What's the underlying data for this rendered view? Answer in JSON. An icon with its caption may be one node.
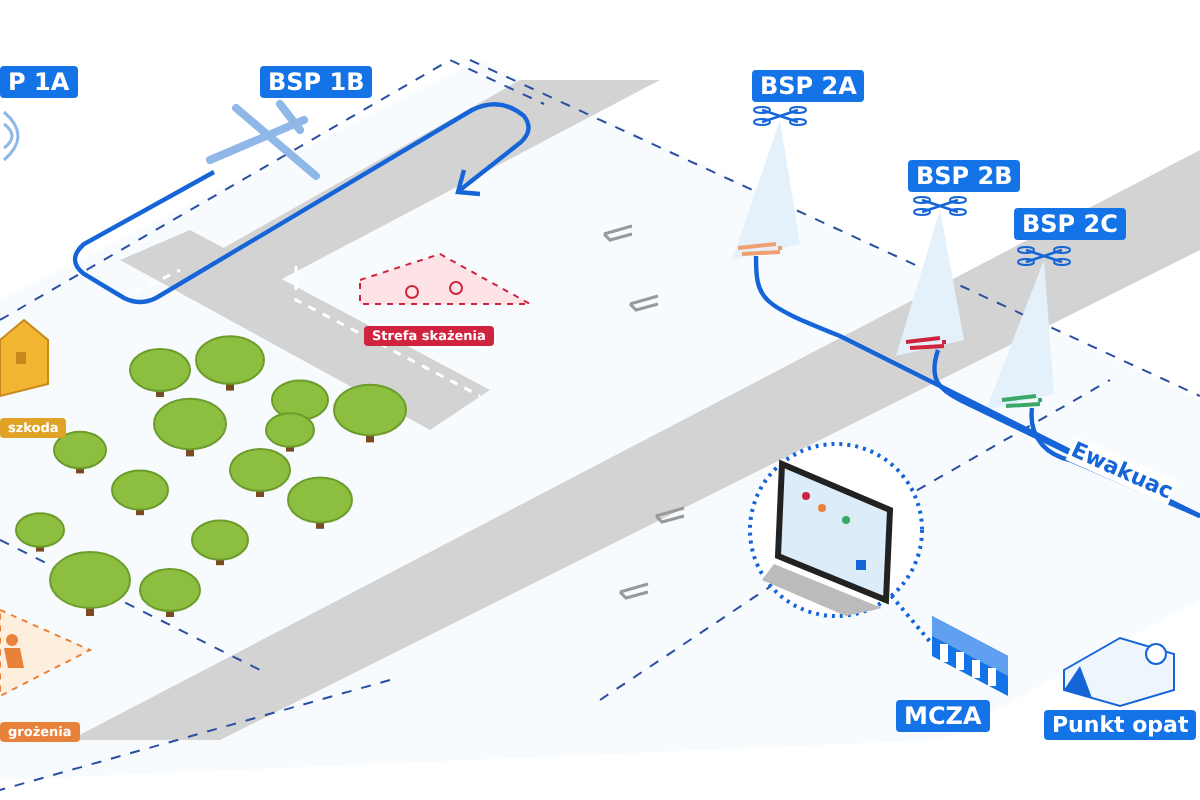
{
  "diagram": {
    "nodes": [
      {
        "text": [
          "P 1A"
        ]
      },
      {
        "text": [
          "BSP 1B"
        ]
      },
      {
        "text": [
          "BSP 2A"
        ]
      },
      {
        "text": [
          "BSP 2B"
        ]
      },
      {
        "text": [
          "BSP 2C"
        ]
      },
      {
        "text": [
          "Strefa skażenia"
        ]
      },
      {
        "text": [
          "szkoda"
        ]
      },
      {
        "text": [
          "grożenia"
        ]
      },
      {
        "text": [],
        "shape": "picture"
      },
      {
        "text": [
          "MCZA"
        ]
      },
      {
        "text": [
          "Punkt opat"
        ]
      },
      {
        "text": [],
        "shape": "person"
      },
      {
        "text": [],
        "shape": "person"
      },
      {
        "text": [],
        "shape": "person"
      }
    ],
    "edges": [
      {
        "from": 11,
        "to": null,
        "arrow": "none",
        "label": "Ewakuac"
      },
      {
        "from": 12,
        "to": null,
        "arrow": "none"
      },
      {
        "from": 13,
        "to": null,
        "arrow": "none"
      },
      {
        "from": 8,
        "to": 9,
        "arrow": "none",
        "style": "dashed"
      }
    ]
  }
}
